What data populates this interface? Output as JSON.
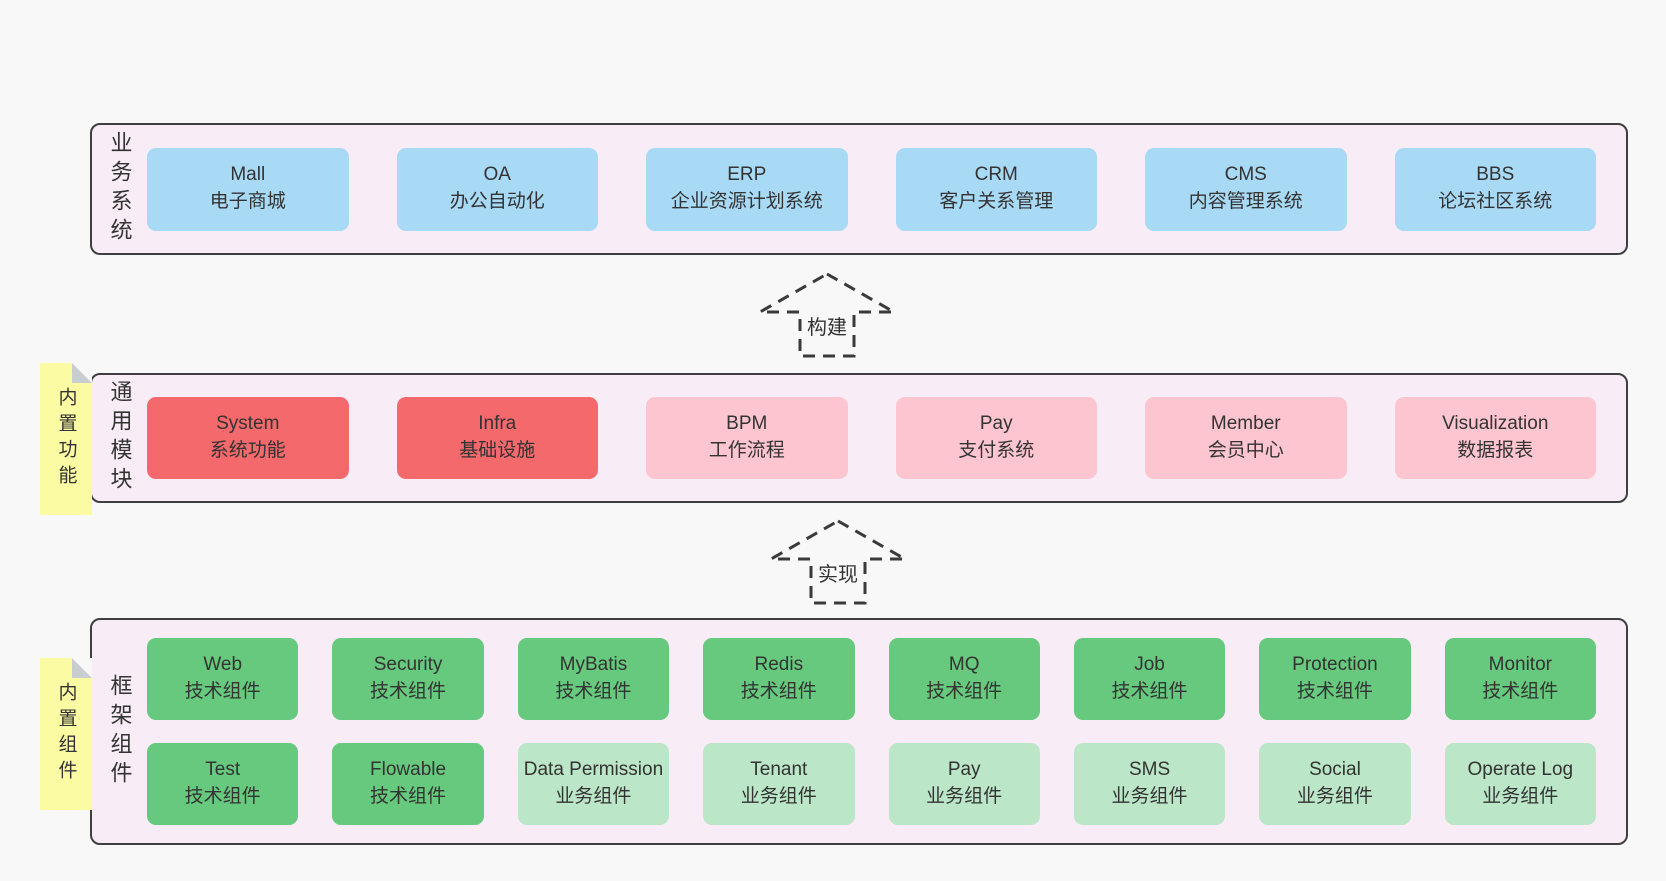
{
  "colors": {
    "page_bg": "#f8f8f8",
    "panel_bg": "#f8edf6",
    "panel_border": "#3f3f3f",
    "box_blue": "#a8d9f5",
    "box_red": "#f3696c",
    "box_pink": "#fcc5cf",
    "box_green": "#66c97d",
    "box_light_green": "#bce6c8",
    "note_yellow": "#fbfba4",
    "note_fold": "#c8cdd0",
    "text": "#333333"
  },
  "arrows": [
    {
      "label": "构建"
    },
    {
      "label": "实现"
    }
  ],
  "notes": [
    {
      "label": "内置功能"
    },
    {
      "label": "内置组件"
    }
  ],
  "sections": {
    "business": {
      "label": "业务系统",
      "boxes": [
        {
          "name": "Mall",
          "desc": "电子商城"
        },
        {
          "name": "OA",
          "desc": "办公自动化"
        },
        {
          "name": "ERP",
          "desc": "企业资源计划系统"
        },
        {
          "name": "CRM",
          "desc": "客户关系管理"
        },
        {
          "name": "CMS",
          "desc": "内容管理系统"
        },
        {
          "name": "BBS",
          "desc": "论坛社区系统"
        }
      ]
    },
    "modules": {
      "label": "通用模块",
      "boxes": [
        {
          "name": "System",
          "desc": "系统功能",
          "variant": "red"
        },
        {
          "name": "Infra",
          "desc": "基础设施",
          "variant": "red"
        },
        {
          "name": "BPM",
          "desc": "工作流程",
          "variant": "pink"
        },
        {
          "name": "Pay",
          "desc": "支付系统",
          "variant": "pink"
        },
        {
          "name": "Member",
          "desc": "会员中心",
          "variant": "pink"
        },
        {
          "name": "Visualization",
          "desc": "数据报表",
          "variant": "pink"
        }
      ]
    },
    "framework": {
      "label": "框架组件",
      "row1": [
        {
          "name": "Web",
          "desc": "技术组件",
          "variant": "green"
        },
        {
          "name": "Security",
          "desc": "技术组件",
          "variant": "green"
        },
        {
          "name": "MyBatis",
          "desc": "技术组件",
          "variant": "green"
        },
        {
          "name": "Redis",
          "desc": "技术组件",
          "variant": "green"
        },
        {
          "name": "MQ",
          "desc": "技术组件",
          "variant": "green"
        },
        {
          "name": "Job",
          "desc": "技术组件",
          "variant": "green"
        },
        {
          "name": "Protection",
          "desc": "技术组件",
          "variant": "green"
        },
        {
          "name": "Monitor",
          "desc": "技术组件",
          "variant": "green"
        }
      ],
      "row2": [
        {
          "name": "Test",
          "desc": "技术组件",
          "variant": "green"
        },
        {
          "name": "Flowable",
          "desc": "技术组件",
          "variant": "green"
        },
        {
          "name": "Data Permission",
          "desc": "业务组件",
          "variant": "lightgreen"
        },
        {
          "name": "Tenant",
          "desc": "业务组件",
          "variant": "lightgreen"
        },
        {
          "name": "Pay",
          "desc": "业务组件",
          "variant": "lightgreen"
        },
        {
          "name": "SMS",
          "desc": "业务组件",
          "variant": "lightgreen"
        },
        {
          "name": "Social",
          "desc": "业务组件",
          "variant": "lightgreen"
        },
        {
          "name": "Operate Log",
          "desc": "业务组件",
          "variant": "lightgreen"
        }
      ]
    }
  }
}
